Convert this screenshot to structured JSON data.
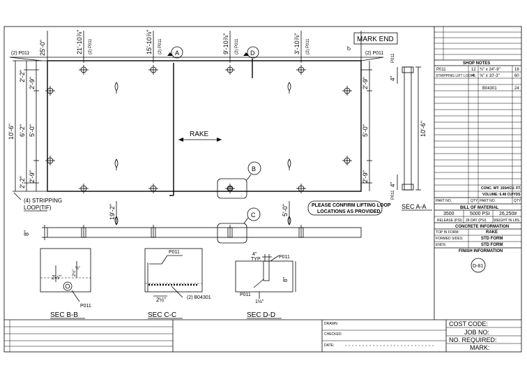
{
  "mark_end": "MARK END",
  "zero_label": "0\"",
  "top_dims": [
    "25'-0\"",
    "21'-10⅞\"",
    "15'-10⅞\"",
    "9'-10⅞\"",
    "3'-10⅞\""
  ],
  "top_callouts": [
    "(2) P011",
    "(2) P011",
    "(2) P011",
    "(2) P011"
  ],
  "left_callout": "(2) P011",
  "right_callout": "(2) P011",
  "left_dims_outer": [
    "10'-6\""
  ],
  "left_dims_mid": [
    "2'-2\"",
    "6'-2\"",
    "2'-2\""
  ],
  "left_dims_inner": [
    "2'-9\"",
    "5'-0\"",
    "2'-9\""
  ],
  "right_dims": [
    "2'-9\"",
    "5'-0\"",
    "2'-9\""
  ],
  "section_markers": [
    "A",
    "D",
    "B",
    "C"
  ],
  "rake_label": "RAKE",
  "stripping_note": [
    "(4) STRIPPING",
    "LOOP(TIF)"
  ],
  "lifting_note": [
    "PLEASE CONFIRM LIFTING LOOP",
    "LOCATIONS AS PROVIDED."
  ],
  "elev_dims": [
    "19'-2\"",
    "5'-0\""
  ],
  "elev_thickness": "8\"",
  "sec_a": {
    "top_dim": "4\"",
    "bottom_dim": "4\"",
    "height": "10'-6\"",
    "callout_top": "P011",
    "callout_bottom": "P011",
    "title": "SEC A-A"
  },
  "sec_b": {
    "dim1": "2½\"",
    "dim2": "½\"",
    "dim3": "2½\"",
    "callout": "P011",
    "title": "SEC B-B"
  },
  "sec_c": {
    "callout_top": "P011",
    "callout_bottom": "(2) B04301",
    "dim": "2½\"",
    "title": "SEC C-C"
  },
  "sec_d": {
    "top_dim": "4\"",
    "typ": "TYP.",
    "callout_top": "P011",
    "callout_left": "P011",
    "height": "8\"",
    "bottom_dim": "1½\"",
    "title": "SEC D-D"
  },
  "shop_notes": {
    "title": "SHOP NOTES",
    "rows": [
      [
        "P011",
        "12",
        "¾\" x 24\"-9\"",
        "16"
      ],
      [
        "STRIPPING LIFT LOOPS",
        "4",
        "⅝\" x 10'-3\"",
        "60"
      ],
      [
        "",
        "",
        "B04301",
        "24"
      ]
    ]
  },
  "conc_wt": "CONC. WT: 150#/CU. FT.",
  "volume": "VOLUME: 6.48 CU/YDS",
  "bom_headers": [
    "PART NO.",
    "QTY",
    "PART NO.",
    "QTY"
  ],
  "bom_title": "BILL OF MATERIAL",
  "concrete": {
    "values": [
      "3500",
      "5000 PSI",
      "26,250#"
    ],
    "labels": [
      "RELEASE (PSI)",
      "28 DAY (PSI)",
      "WEIGHT IN LBS."
    ],
    "title": "CONCRETE INFORMATION"
  },
  "finish": {
    "rows": [
      [
        "TOP IN FORM:",
        "RAKE"
      ],
      [
        "FORMED SIDES:",
        "STD FORM"
      ],
      [
        "ENDS:",
        "STD FORM"
      ]
    ],
    "title": "FINISH INFORMATION"
  },
  "drawing_id": "D-81",
  "title_block": {
    "drawn": "DRAWN:",
    "checked": "CHECKED:",
    "date": "DATE:",
    "cost_code": "COST CODE:",
    "job_no": "JOB NO:",
    "no_required": "NO. REQUIRED:",
    "mark": "MARK:"
  }
}
